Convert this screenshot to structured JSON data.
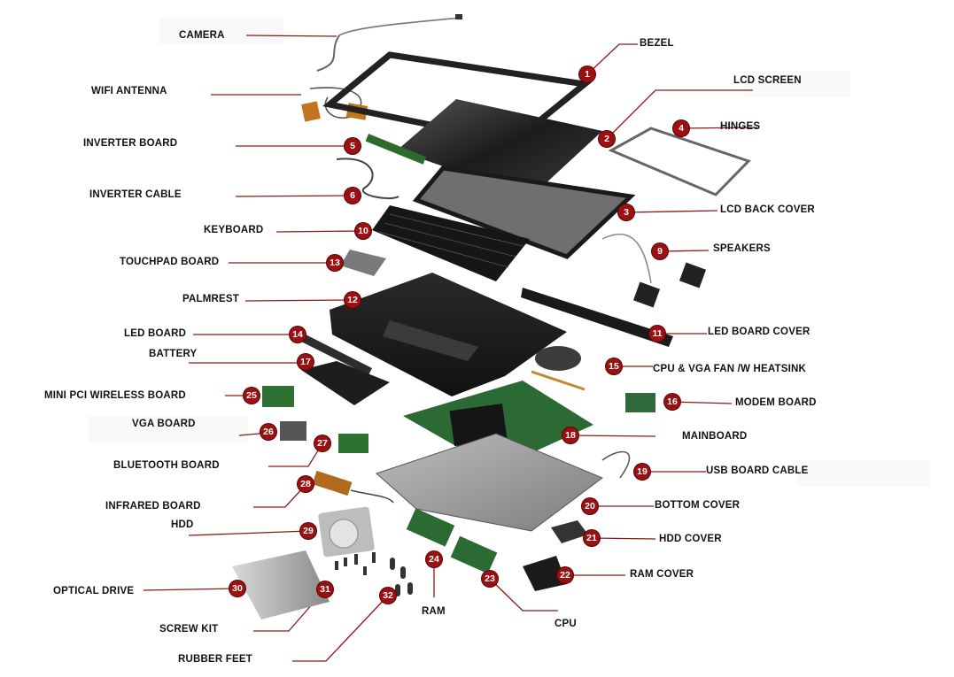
{
  "accent_color": "#9b1111",
  "line_color": "#8a1a1a",
  "parts": [
    {
      "num": "1",
      "label": "BEZEL"
    },
    {
      "num": "2",
      "label": "LCD SCREEN"
    },
    {
      "num": "3",
      "label": "LCD BACK COVER"
    },
    {
      "num": "4",
      "label": "HINGES"
    },
    {
      "num": "5",
      "label": "INVERTER BOARD"
    },
    {
      "num": "6",
      "label": "INVERTER CABLE"
    },
    {
      "num": "9",
      "label": "SPEAKERS"
    },
    {
      "num": "10",
      "label": "KEYBOARD"
    },
    {
      "num": "11",
      "label": "LED BOARD COVER"
    },
    {
      "num": "12",
      "label": "PALMREST"
    },
    {
      "num": "13",
      "label": "TOUCHPAD BOARD"
    },
    {
      "num": "14",
      "label": "LED BOARD"
    },
    {
      "num": "15",
      "label": "CPU & VGA FAN /W HEATSINK"
    },
    {
      "num": "16",
      "label": "MODEM BOARD"
    },
    {
      "num": "17",
      "label": "BATTERY"
    },
    {
      "num": "18",
      "label": "MAINBOARD"
    },
    {
      "num": "19",
      "label": "USB BOARD CABLE"
    },
    {
      "num": "20",
      "label": "BOTTOM COVER"
    },
    {
      "num": "21",
      "label": "HDD COVER"
    },
    {
      "num": "22",
      "label": "RAM COVER"
    },
    {
      "num": "23",
      "label": "CPU"
    },
    {
      "num": "24",
      "label": "RAM"
    },
    {
      "num": "25",
      "label": "MINI PCI WIRELESS BOARD"
    },
    {
      "num": "26",
      "label": "VGA BOARD"
    },
    {
      "num": "27",
      "label": "BLUETOOTH BOARD"
    },
    {
      "num": "28",
      "label": "INFRARED BOARD"
    },
    {
      "num": "29",
      "label": "HDD"
    },
    {
      "num": "30",
      "label": "OPTICAL DRIVE"
    },
    {
      "num": "31",
      "label": "SCREW KIT"
    },
    {
      "num": "32",
      "label": "RUBBER FEET"
    }
  ],
  "unnumbered_labels": [
    "CAMERA",
    "WIFI ANTENNA"
  ]
}
